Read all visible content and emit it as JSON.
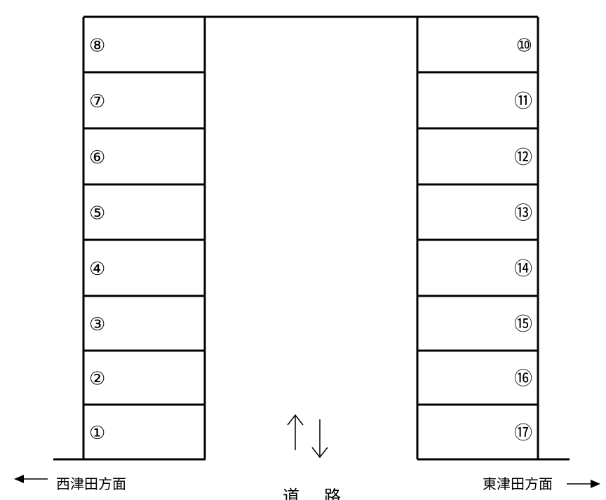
{
  "left_spaces": [
    "⑧",
    "⑦",
    "⑥",
    "⑤",
    "④",
    "③",
    "②",
    "①"
  ],
  "right_spaces": [
    "⑩",
    "⑪",
    "⑫",
    "⑬",
    "⑭",
    "⑮",
    "⑯",
    "⑰"
  ],
  "directions": {
    "west": "西津田方面",
    "east": "東津田方面"
  },
  "road": {
    "char1": "道",
    "char2": "路"
  }
}
